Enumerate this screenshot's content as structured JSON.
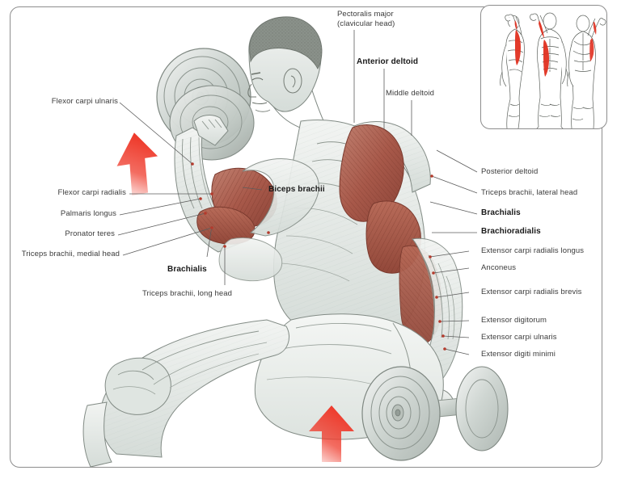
{
  "figure": {
    "title": "Seated concentration-style dumbbell curl anatomical illustration",
    "background_color": "#ffffff",
    "frame_color": "#8d8d8d",
    "label_color": "#3b3b3b",
    "bold_label_color": "#1a1a1a",
    "muscle_color": "#a8594a",
    "fascia_color": "#c6d2cd",
    "arrow_color": "#ef3b2c",
    "inset_highlight_color": "#e03020"
  },
  "labels_left": [
    {
      "id": "flexor-carpi-ulnaris",
      "text": "Flexor carpi ulnaris",
      "bold": false
    },
    {
      "id": "flexor-carpi-radialis",
      "text": "Flexor carpi radialis",
      "bold": false
    },
    {
      "id": "palmaris-longus",
      "text": "Palmaris longus",
      "bold": false
    },
    {
      "id": "pronator-teres",
      "text": "Pronator teres",
      "bold": false
    },
    {
      "id": "triceps-brachii-medial-head",
      "text": "Triceps brachii, medial head",
      "bold": false
    },
    {
      "id": "triceps-brachii-long-head",
      "text": "Triceps brachii, long head",
      "bold": false
    }
  ],
  "labels_center": [
    {
      "id": "biceps-brachii",
      "text": "Biceps brachii",
      "bold": true
    },
    {
      "id": "brachialis-left",
      "text": "Brachialis",
      "bold": true
    }
  ],
  "labels_top": [
    {
      "id": "pectoralis-major",
      "text": "Pectoralis major",
      "text2": "(clavicular head)",
      "bold": false
    },
    {
      "id": "anterior-deltoid",
      "text": "Anterior deltoid",
      "bold": true
    },
    {
      "id": "middle-deltoid",
      "text": "Middle deltoid",
      "bold": false
    }
  ],
  "labels_right": [
    {
      "id": "posterior-deltoid",
      "text": "Posterior deltoid",
      "bold": false
    },
    {
      "id": "triceps-brachii-lateral-head",
      "text": "Triceps brachii, lateral head",
      "bold": false
    },
    {
      "id": "brachialis-right",
      "text": "Brachialis",
      "bold": true
    },
    {
      "id": "brachioradialis",
      "text": "Brachioradialis",
      "bold": true
    },
    {
      "id": "extensor-carpi-radialis-longus",
      "text": "Extensor carpi radialis longus",
      "bold": false
    },
    {
      "id": "anconeus",
      "text": "Anconeus",
      "bold": false
    },
    {
      "id": "extensor-carpi-radialis-brevis",
      "text": "Extensor carpi radialis brevis",
      "bold": false
    },
    {
      "id": "extensor-digitorum",
      "text": "Extensor digitorum",
      "bold": false
    },
    {
      "id": "extensor-carpi-ulnaris",
      "text": "Extensor carpi ulnaris",
      "bold": false
    },
    {
      "id": "extensor-digiti-minimi",
      "text": "Extensor digiti minimi",
      "bold": false
    }
  ],
  "arrows": [
    {
      "id": "arrow-upper-forearm",
      "direction": "up-right",
      "color": "#ef3b2c"
    },
    {
      "id": "arrow-lower-dumbbell",
      "direction": "up",
      "color": "#ef3b2c"
    }
  ],
  "inset": {
    "id": "muscle-overview-inset",
    "figure_count": 3,
    "views": [
      "lateral",
      "anterior",
      "posterior"
    ],
    "highlight_color": "#e03020"
  }
}
